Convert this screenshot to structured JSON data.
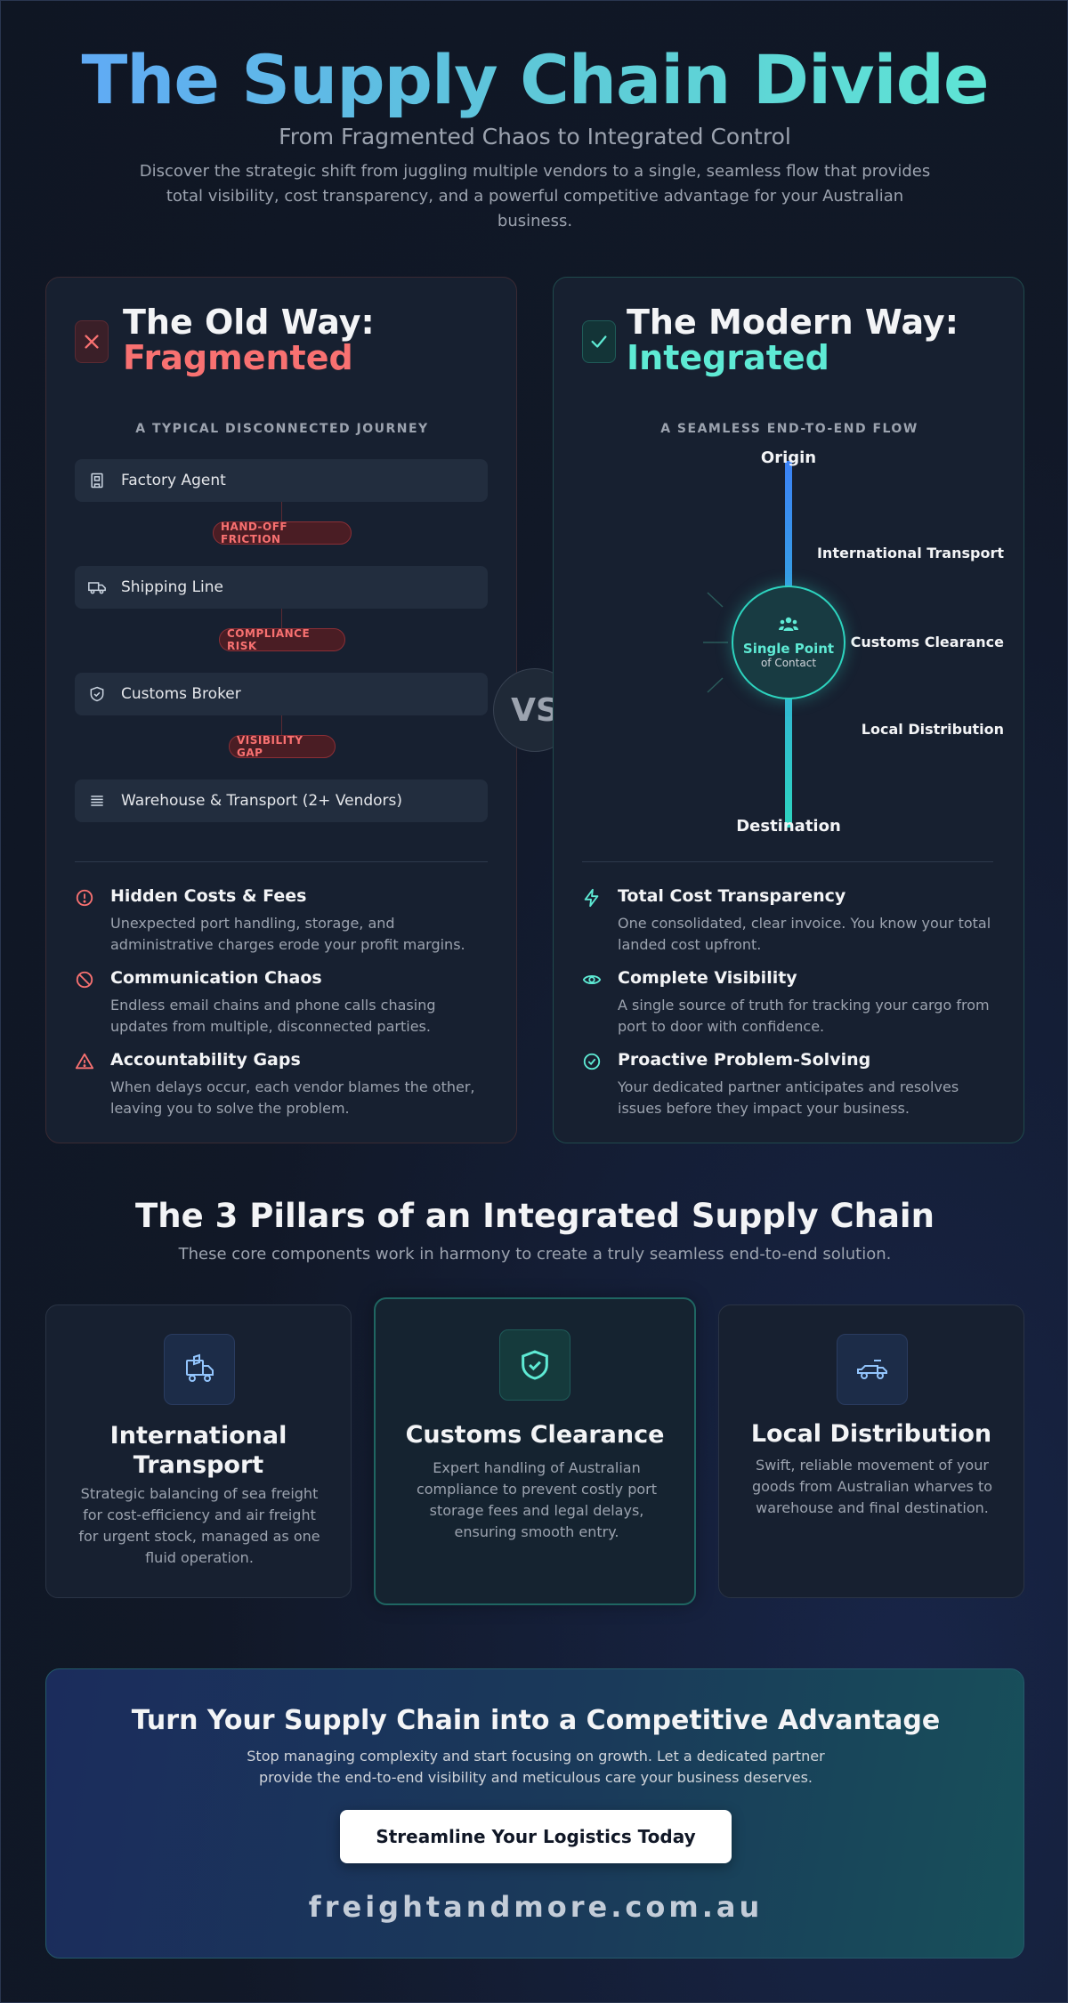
{
  "header": {
    "title": "The Supply Chain Divide",
    "subtitle": "From Fragmented Chaos to Integrated Control",
    "intro": "Discover the strategic shift from juggling multiple vendors to a single, seamless flow that provides total visibility, cost transparency, and a powerful competitive advantage for your Australian business."
  },
  "colors": {
    "accent_red": "#f87171",
    "accent_teal": "#5eead4",
    "accent_blue": "#60a5fa"
  },
  "old_way": {
    "title_line1": "The Old Way:",
    "title_line2": "Fragmented",
    "icon": "x-icon",
    "journey_label": "A TYPICAL DISCONNECTED JOURNEY",
    "steps": [
      {
        "label": "Factory Agent",
        "icon": "building-icon"
      },
      {
        "label": "Shipping Line",
        "icon": "truck-icon"
      },
      {
        "label": "Customs Broker",
        "icon": "shield-check-icon"
      },
      {
        "label": "Warehouse & Transport (2+ Vendors)",
        "icon": "list-icon"
      }
    ],
    "frictions": [
      "HAND-OFF FRICTION",
      "COMPLIANCE RISK",
      "VISIBILITY GAP"
    ],
    "points": [
      {
        "title": "Hidden Costs & Fees",
        "desc": "Unexpected port handling, storage, and administrative charges erode your profit margins.",
        "icon": "alert-circle-icon"
      },
      {
        "title": "Communication Chaos",
        "desc": "Endless email chains and phone calls chasing updates from multiple, disconnected parties.",
        "icon": "ban-icon"
      },
      {
        "title": "Accountability Gaps",
        "desc": "When delays occur, each vendor blames the other, leaving you to solve the problem.",
        "icon": "warning-triangle-icon"
      }
    ]
  },
  "vs": "VS",
  "modern_way": {
    "title_line1": "The Modern Way:",
    "title_line2": "Integrated",
    "icon": "check-icon",
    "journey_label": "A SEAMLESS END-TO-END FLOW",
    "flow": {
      "origin": "Origin",
      "destination": "Destination",
      "hub_title": "Single Point",
      "hub_sub": "of Contact",
      "stages": [
        "International Transport",
        "Customs Clearance",
        "Local Distribution"
      ]
    },
    "points": [
      {
        "title": "Total Cost Transparency",
        "desc": "One consolidated, clear invoice. You know your total landed cost upfront.",
        "icon": "lightning-icon"
      },
      {
        "title": "Complete Visibility",
        "desc": "A single source of truth for tracking your cargo from port to door with confidence.",
        "icon": "eye-icon"
      },
      {
        "title": "Proactive Problem-Solving",
        "desc": "Your dedicated partner anticipates and resolves issues before they impact your business.",
        "icon": "check-circle-icon"
      }
    ]
  },
  "pillars": {
    "title": "The 3 Pillars of an Integrated Supply Chain",
    "subtitle": "These core components work in harmony to create a truly seamless end-to-end solution.",
    "items": [
      {
        "title_line1": "International",
        "title_line2": "Transport",
        "desc": "Strategic balancing of sea freight for cost-efficiency and air freight for urgent stock, managed as one fluid operation.",
        "icon": "transport-icon"
      },
      {
        "title_line1": "Customs Clearance",
        "title_line2": "",
        "desc": "Expert handling of Australian compliance to prevent costly port storage fees and legal delays, ensuring smooth entry.",
        "icon": "shield-check-icon"
      },
      {
        "title_line1": "Local Distribution",
        "title_line2": "",
        "desc": "Swift, reliable movement of your goods from Australian wharves to warehouse and final destination.",
        "icon": "truck-icon"
      }
    ]
  },
  "cta": {
    "title": "Turn Your Supply Chain into a Competitive Advantage",
    "desc": "Stop managing complexity and start focusing on growth. Let a dedicated partner provide the end-to-end visibility and meticulous care your business deserves.",
    "button": "Streamline Your Logistics Today",
    "site": "freightandmore.com.au"
  }
}
